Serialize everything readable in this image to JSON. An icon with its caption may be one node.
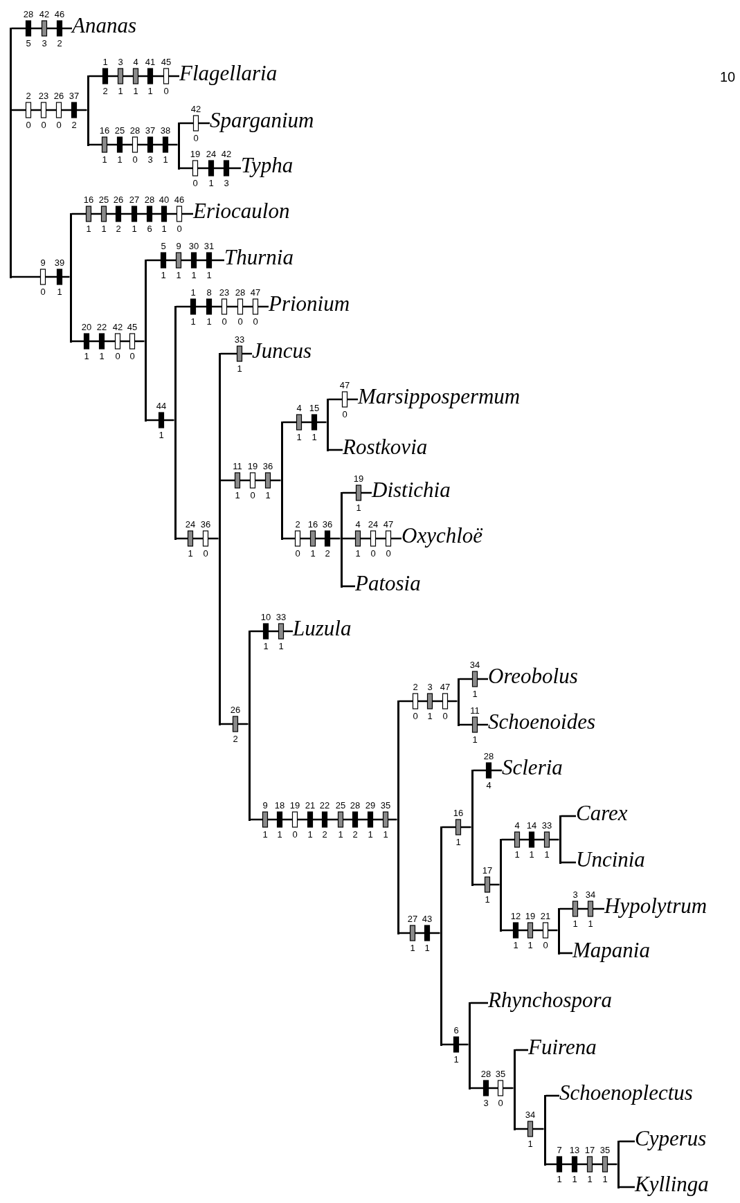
{
  "diagram": {
    "nodes": [
      {
        "text": [],
        "shape": "bar"
      },
      {
        "text": [
          "Ananas"
        ],
        "beside": [
          "28",
          "42",
          "46",
          "5",
          "3",
          "2"
        ]
      },
      {
        "text": [],
        "shape": "bar",
        "beside": [
          "2",
          "23",
          "26",
          "37",
          "0",
          "0",
          "0",
          "2"
        ]
      },
      {
        "text": [
          "Flagellaria"
        ],
        "beside": [
          "1",
          "3",
          "4",
          "41",
          "45",
          "2",
          "1",
          "1",
          "1",
          "0"
        ]
      },
      {
        "text": [],
        "shape": "bar",
        "beside": [
          "16",
          "25",
          "28",
          "37",
          "38",
          "1",
          "1",
          "0",
          "3",
          "1"
        ]
      },
      {
        "text": [
          "Sparganium"
        ],
        "beside": [
          "42",
          "0"
        ]
      },
      {
        "text": [
          "Typha"
        ],
        "beside": [
          "19",
          "24",
          "42",
          "0",
          "1",
          "3"
        ]
      },
      {
        "text": [],
        "shape": "bar",
        "beside": [
          "9",
          "39",
          "0",
          "1"
        ]
      },
      {
        "text": [
          "Eriocaulon"
        ],
        "beside": [
          "16",
          "25",
          "26",
          "27",
          "28",
          "40",
          "46",
          "1",
          "1",
          "2",
          "1",
          "6",
          "1",
          "0"
        ]
      },
      {
        "text": [],
        "shape": "bar",
        "beside": [
          "20",
          "22",
          "42",
          "45",
          "1",
          "1",
          "0",
          "0"
        ]
      },
      {
        "text": [
          "Thurnia"
        ],
        "beside": [
          "5",
          "9",
          "30",
          "31",
          "1",
          "1",
          "1",
          "1"
        ]
      },
      {
        "text": [],
        "shape": "bar",
        "beside": [
          "44",
          "1"
        ]
      },
      {
        "text": [
          "Prionium"
        ],
        "beside": [
          "1",
          "8",
          "23",
          "28",
          "47",
          "1",
          "1",
          "0",
          "0",
          "0"
        ]
      },
      {
        "text": [],
        "shape": "bar",
        "beside": [
          "24",
          "36",
          "1",
          "0"
        ]
      },
      {
        "text": [
          "Juncus"
        ],
        "beside": [
          "33",
          "1"
        ]
      },
      {
        "text": [],
        "shape": "bar",
        "beside": [
          "11",
          "19",
          "36",
          "1",
          "0",
          "1"
        ]
      },
      {
        "text": [],
        "shape": "bar",
        "beside": [
          "4",
          "15",
          "1",
          "1"
        ]
      },
      {
        "text": [
          "Marsippospermum"
        ],
        "beside": [
          "47",
          "0"
        ]
      },
      {
        "text": [
          "Rostkovia"
        ]
      },
      {
        "text": [],
        "shape": "bar",
        "beside": [
          "2",
          "16",
          "36",
          "0",
          "1",
          "2"
        ]
      },
      {
        "text": [
          "Distichia"
        ],
        "beside": [
          "19",
          "1"
        ]
      },
      {
        "text": [
          "Oxychloë"
        ],
        "beside": [
          "4",
          "24",
          "47",
          "1",
          "0",
          "0"
        ]
      },
      {
        "text": [
          "Patosia"
        ]
      },
      {
        "text": [],
        "shape": "bar",
        "beside": [
          "26",
          "2"
        ]
      },
      {
        "text": [
          "Luzula"
        ],
        "beside": [
          "10",
          "33",
          "1",
          "1"
        ]
      },
      {
        "text": [],
        "shape": "bar",
        "beside": [
          "9",
          "18",
          "19",
          "21",
          "22",
          "25",
          "28",
          "29",
          "35",
          "1",
          "1",
          "0",
          "1",
          "2",
          "1",
          "2",
          "1",
          "1"
        ]
      },
      {
        "text": [],
        "shape": "bar",
        "beside": [
          "2",
          "3",
          "47",
          "0",
          "1",
          "0"
        ]
      },
      {
        "text": [
          "Oreobolus"
        ],
        "beside": [
          "34",
          "1"
        ]
      },
      {
        "text": [
          "Schoenoides"
        ],
        "beside": [
          "11",
          "1"
        ]
      },
      {
        "text": [],
        "shape": "bar",
        "beside": [
          "27",
          "43",
          "1",
          "1"
        ]
      },
      {
        "text": [],
        "shape": "bar",
        "beside": [
          "16",
          "1"
        ]
      },
      {
        "text": [
          "Scleria"
        ],
        "beside": [
          "28",
          "4"
        ]
      },
      {
        "text": [],
        "shape": "bar",
        "beside": [
          "17",
          "1"
        ]
      },
      {
        "text": [],
        "shape": "bar",
        "beside": [
          "4",
          "14",
          "33",
          "1",
          "1",
          "1"
        ]
      },
      {
        "text": [
          "Carex"
        ]
      },
      {
        "text": [
          "Uncinia"
        ]
      },
      {
        "text": [],
        "shape": "bar",
        "beside": [
          "12",
          "19",
          "21",
          "1",
          "1",
          "0"
        ]
      },
      {
        "text": [
          "Hypolytrum"
        ],
        "beside": [
          "3",
          "34",
          "1",
          "1"
        ]
      },
      {
        "text": [
          "Mapania"
        ]
      },
      {
        "text": [],
        "shape": "bar",
        "beside": [
          "6",
          "1"
        ]
      },
      {
        "text": [
          "Rhynchospora"
        ]
      },
      {
        "text": [],
        "shape": "bar",
        "beside": [
          "28",
          "35",
          "3",
          "0"
        ]
      },
      {
        "text": [
          "Fuirena"
        ]
      },
      {
        "text": [],
        "shape": "bar",
        "beside": [
          "34",
          "1"
        ]
      },
      {
        "text": [
          "Schoenoplectus"
        ]
      },
      {
        "text": [],
        "shape": "bar",
        "beside": [
          "7",
          "13",
          "17",
          "35",
          "1",
          "1",
          "1",
          "1"
        ]
      },
      {
        "text": [
          "Cyperus"
        ]
      },
      {
        "text": [
          "Kyllinga"
        ]
      }
    ],
    "edges": [
      {
        "from": 0,
        "to": 1,
        "arrow": "none"
      },
      {
        "from": 0,
        "to": 2,
        "arrow": "none"
      },
      {
        "from": 2,
        "to": 3,
        "arrow": "none"
      },
      {
        "from": 2,
        "to": 4,
        "arrow": "none"
      },
      {
        "from": 4,
        "to": 5,
        "arrow": "none"
      },
      {
        "from": 4,
        "to": 6,
        "arrow": "none"
      },
      {
        "from": 0,
        "to": 7,
        "arrow": "none"
      },
      {
        "from": 7,
        "to": 8,
        "arrow": "none"
      },
      {
        "from": 7,
        "to": 9,
        "arrow": "none"
      },
      {
        "from": 9,
        "to": 10,
        "arrow": "none"
      },
      {
        "from": 9,
        "to": 11,
        "arrow": "none"
      },
      {
        "from": 11,
        "to": 12,
        "arrow": "none"
      },
      {
        "from": 11,
        "to": 13,
        "arrow": "none"
      },
      {
        "from": 13,
        "to": 14,
        "arrow": "none"
      },
      {
        "from": 13,
        "to": 15,
        "arrow": "none"
      },
      {
        "from": 15,
        "to": 16,
        "arrow": "none"
      },
      {
        "from": 16,
        "to": 17,
        "arrow": "none"
      },
      {
        "from": 16,
        "to": 18,
        "arrow": "none"
      },
      {
        "from": 15,
        "to": 19,
        "arrow": "none"
      },
      {
        "from": 19,
        "to": 20,
        "arrow": "none"
      },
      {
        "from": 19,
        "to": 21,
        "arrow": "none"
      },
      {
        "from": 19,
        "to": 22,
        "arrow": "none"
      },
      {
        "from": 13,
        "to": 23,
        "arrow": "none"
      },
      {
        "from": 23,
        "to": 24,
        "arrow": "none"
      },
      {
        "from": 23,
        "to": 25,
        "arrow": "none"
      },
      {
        "from": 25,
        "to": 26,
        "arrow": "none"
      },
      {
        "from": 26,
        "to": 27,
        "arrow": "none"
      },
      {
        "from": 26,
        "to": 28,
        "arrow": "none"
      },
      {
        "from": 25,
        "to": 29,
        "arrow": "none"
      },
      {
        "from": 29,
        "to": 30,
        "arrow": "none"
      },
      {
        "from": 30,
        "to": 31,
        "arrow": "none"
      },
      {
        "from": 30,
        "to": 32,
        "arrow": "none"
      },
      {
        "from": 32,
        "to": 33,
        "arrow": "none"
      },
      {
        "from": 33,
        "to": 34,
        "arrow": "none"
      },
      {
        "from": 33,
        "to": 35,
        "arrow": "none"
      },
      {
        "from": 32,
        "to": 36,
        "arrow": "none"
      },
      {
        "from": 36,
        "to": 37,
        "arrow": "none"
      },
      {
        "from": 36,
        "to": 38,
        "arrow": "none"
      },
      {
        "from": 29,
        "to": 39,
        "arrow": "none"
      },
      {
        "from": 39,
        "to": 40,
        "arrow": "none"
      },
      {
        "from": 39,
        "to": 41,
        "arrow": "none"
      },
      {
        "from": 41,
        "to": 42,
        "arrow": "none"
      },
      {
        "from": 41,
        "to": 43,
        "arrow": "none"
      },
      {
        "from": 43,
        "to": 44,
        "arrow": "none"
      },
      {
        "from": 43,
        "to": 45,
        "arrow": "none"
      },
      {
        "from": 45,
        "to": 46,
        "arrow": "none"
      },
      {
        "from": 45,
        "to": 47,
        "arrow": "none"
      }
    ],
    "labels": [
      "10"
    ]
  }
}
